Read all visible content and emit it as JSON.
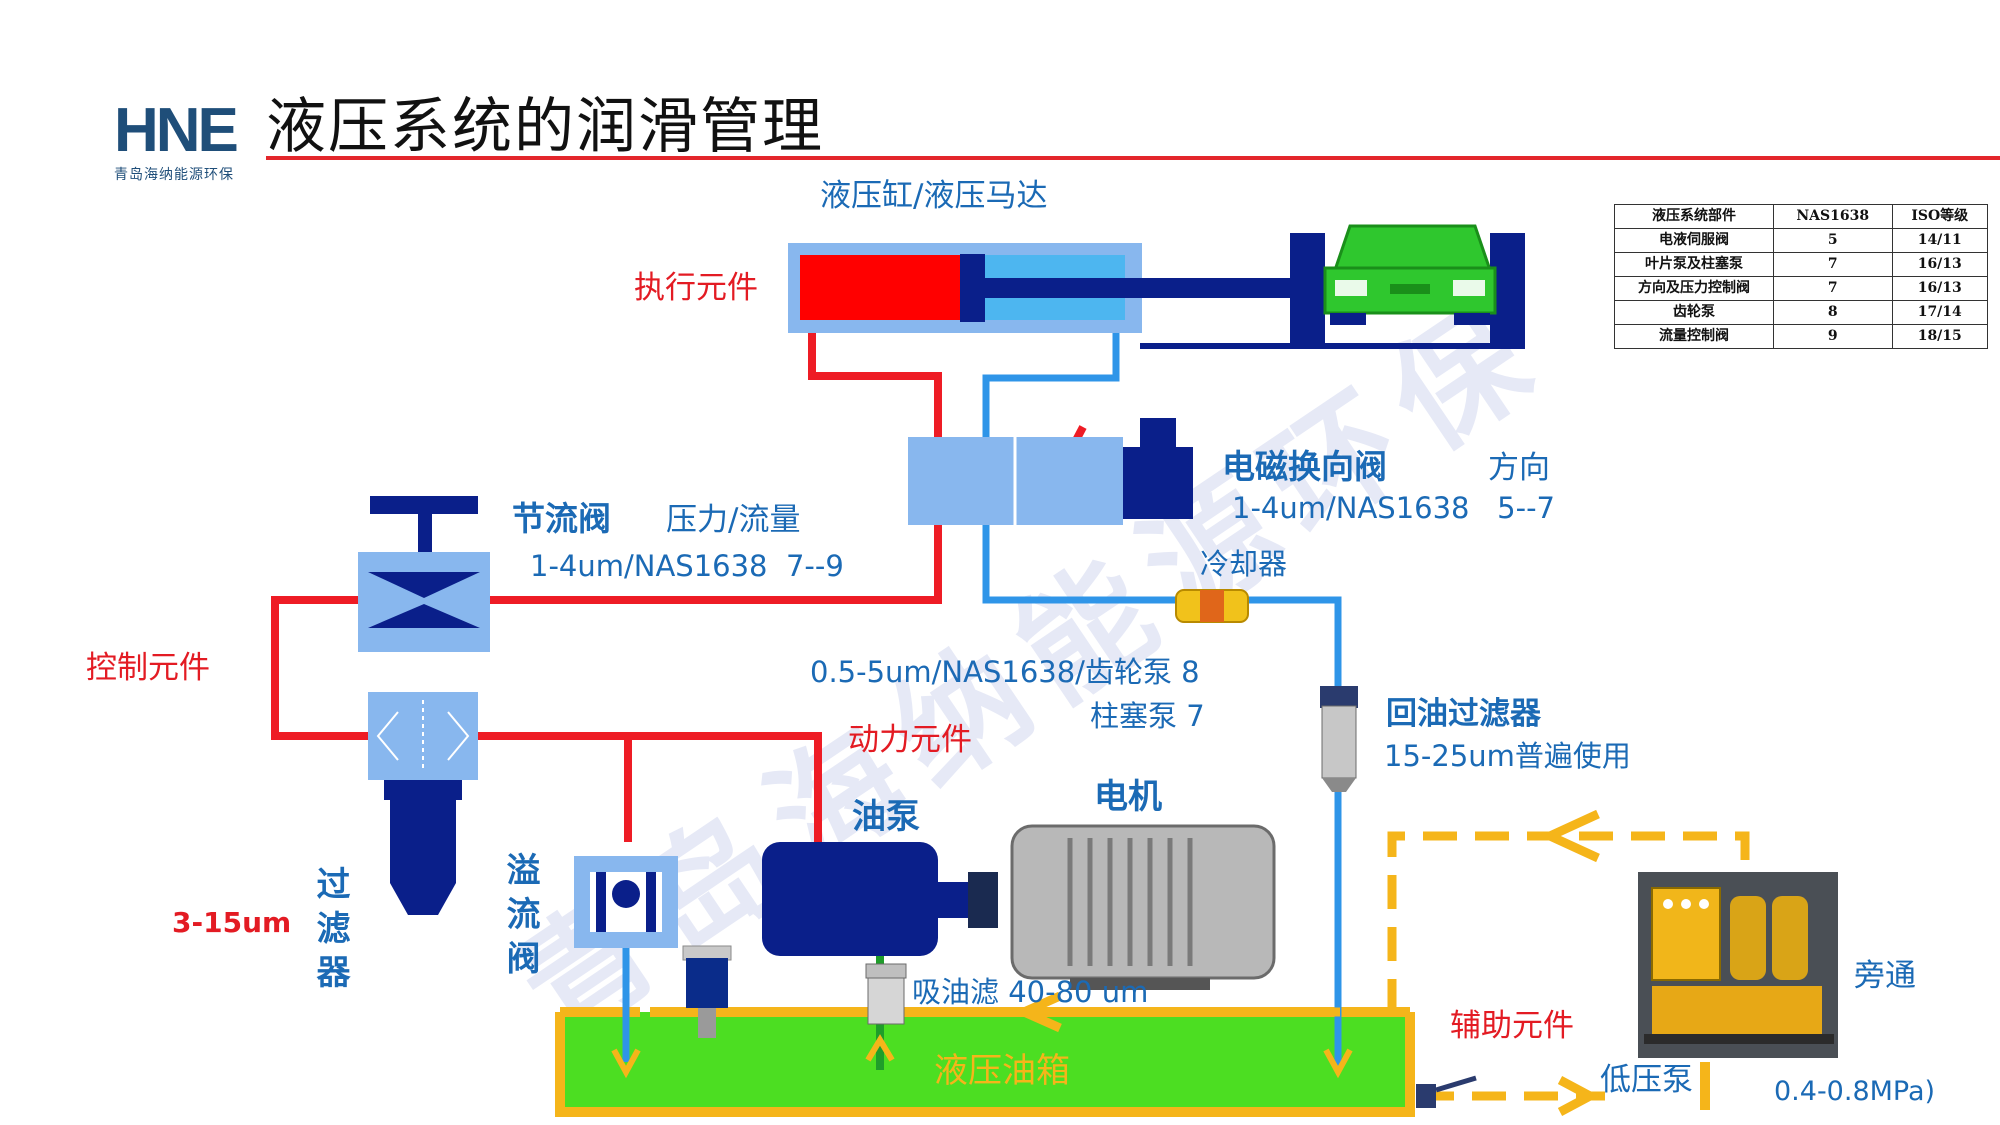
{
  "logo": {
    "mark": "HNE",
    "subtitle": "青岛海纳能源环保"
  },
  "title": "液压系统的润滑管理",
  "watermark": "青岛海纳能源环保",
  "labels": {
    "cylinder": "液压缸/液压马达",
    "actuator": "执行元件",
    "solenoid_name": "电磁换向阀",
    "solenoid_dir": "方向",
    "solenoid_spec": "1-4um/NAS1638   5--7",
    "throttle_name": "节流阀",
    "throttle_type": "压力/流量",
    "throttle_spec": "1-4um/NAS1638  7--9",
    "cooler": "冷却器",
    "control": "控制元件",
    "pump_spec_1": "0.5-5um/NAS1638/齿轮泵 8",
    "pump_spec_2": "柱塞泵 7",
    "power": "动力元件",
    "return_filter_name": "回油过滤器",
    "return_filter_spec": "15-25um普遍使用",
    "motor": "电机",
    "pump": "油泵",
    "filter_micron": "3-15um",
    "filter_name": "过滤器",
    "relief_name": "溢流阀",
    "suction_filter": "吸油滤 40-80 um",
    "tank": "液压油箱",
    "aux": "辅助元件",
    "bypass": "旁通",
    "low_pump": "低压泵",
    "pressure": "0.4-0.8MPa)"
  },
  "nas_table": {
    "headers": [
      "液压系统部件",
      "NAS1638",
      "ISO等级"
    ],
    "rows": [
      [
        "电液伺服阀",
        "5",
        "14/11"
      ],
      [
        "叶片泵及柱塞泵",
        "7",
        "16/13"
      ],
      [
        "方向及压力控制阀",
        "7",
        "16/13"
      ],
      [
        "齿轮泵",
        "8",
        "17/14"
      ],
      [
        "流量控制阀",
        "9",
        "18/15"
      ]
    ]
  },
  "colors": {
    "pressure_line": "#ee1c25",
    "return_line": "#2f95e8",
    "bypass_line": "#f5b51a",
    "tank_fill": "#4cde22",
    "component_navy": "#0a1f8a",
    "component_light": "#88b7ee",
    "title_rule": "#e3262b"
  }
}
